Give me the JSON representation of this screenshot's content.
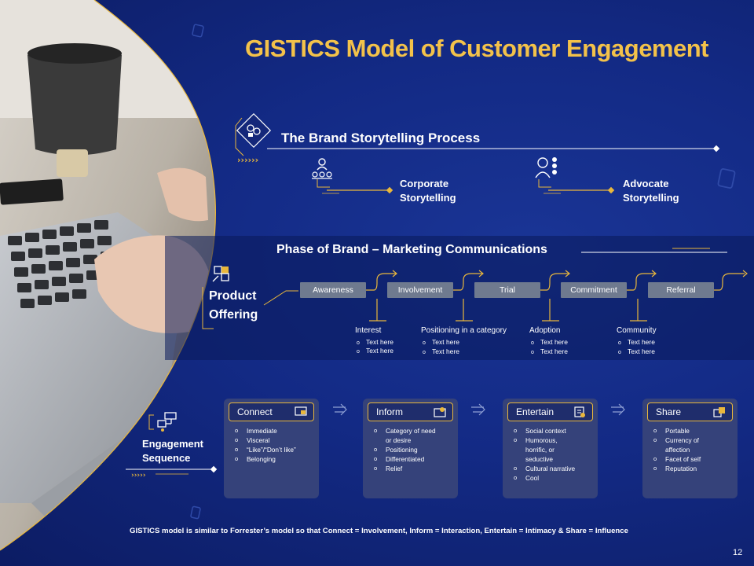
{
  "title": "GISTICS Model of Customer Engagement",
  "storytelling": {
    "title": "The Brand Storytelling Process",
    "items": [
      {
        "line1": "Corporate",
        "line2": "Storytelling"
      },
      {
        "line1": "Advocate",
        "line2": "Storytelling"
      }
    ]
  },
  "phases": {
    "title": "Phase of Brand – Marketing Communications",
    "product_line1": "Product",
    "product_line2": "Offering",
    "labels": [
      "Awareness",
      "Involvement",
      "Trial",
      "Commitment",
      "Referral"
    ],
    "details": [
      {
        "head": "Interest",
        "items": [
          "Text here",
          "Text here"
        ]
      },
      {
        "head": "Positioning in a category",
        "items": [
          "Text here",
          "Text here"
        ]
      },
      {
        "head": "Adoption",
        "items": [
          "Text here",
          "Text here"
        ]
      },
      {
        "head": "Community",
        "items": [
          "Text here",
          "Text here"
        ]
      }
    ]
  },
  "engagement": {
    "label_line1": "Engagement",
    "label_line2": "Sequence",
    "cards": [
      {
        "title": "Connect",
        "items": [
          "Immediate",
          "Visceral",
          "“Like”/“Don’t like”",
          "Belonging"
        ]
      },
      {
        "title": "Inform",
        "items": [
          "Category of need",
          "or desire",
          "Positioning",
          "Differentiated",
          "Relief"
        ]
      },
      {
        "title": "Entertain",
        "items": [
          "Social context",
          "Humorous,",
          "horrific, or",
          "seductive",
          "Cultural  narrative",
          "Cool"
        ]
      },
      {
        "title": "Share",
        "items": [
          "Portable",
          "Currency  of",
          "affection",
          "Facet of self",
          "Reputation"
        ]
      }
    ]
  },
  "footer": "GISTICS  model is similar to Forrester’s model so that Connect = Involvement, Inform = Interaction, Entertain = Intimacy & Share = Influence",
  "page_number": "12",
  "colors": {
    "gold": "#e9b73c",
    "title_gold": "#f3c24a",
    "navy": "#132a85",
    "phase_box": "#6f7a8f",
    "card": "#35427a"
  }
}
